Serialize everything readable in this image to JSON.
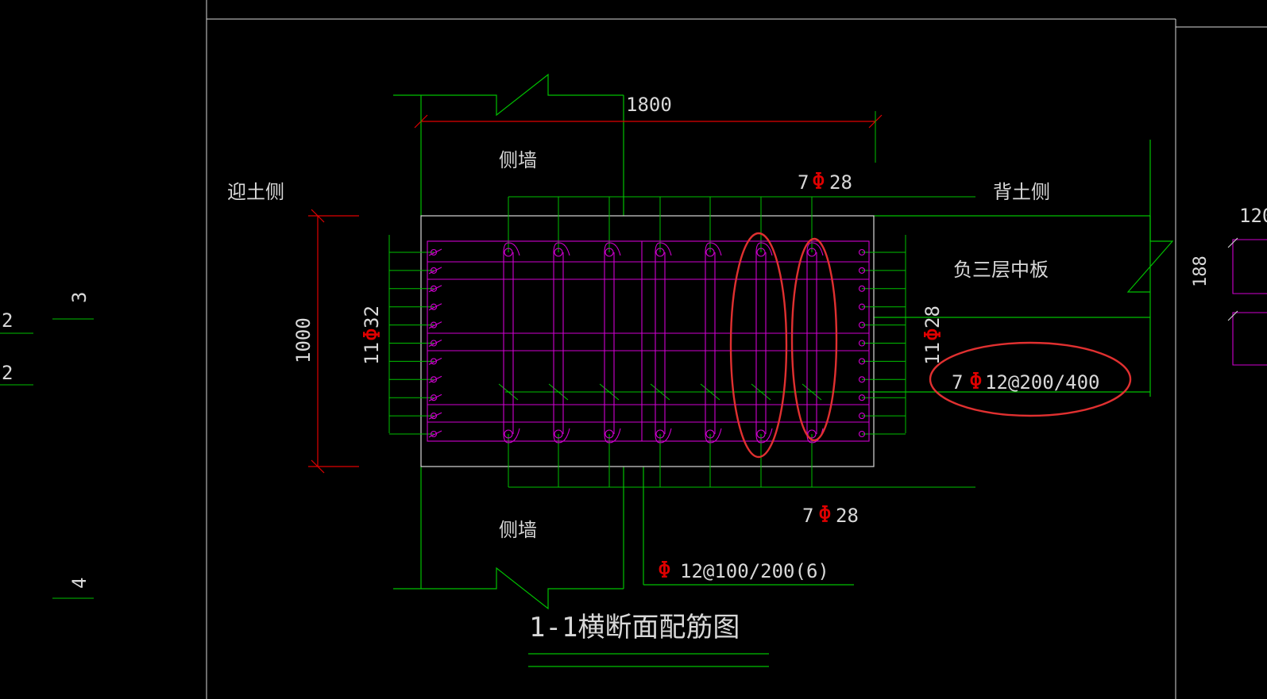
{
  "colors": {
    "background": "#000000",
    "line": "#00c000",
    "frame": "#d8d8d8",
    "rebar": "#d000d0",
    "symbol": "#e00000",
    "highlight": "#e03030"
  },
  "drawing": {
    "title": "1-1横断面配筋图",
    "labels": {
      "dim_width": "1800",
      "dim_height": "1000",
      "side_wall_top": "侧墙",
      "side_wall_bottom": "侧墙",
      "soil_front": "迎土侧",
      "soil_back": "背土侧",
      "slab": "负三层中板",
      "right_partial": "120",
      "right_vertical": "188"
    },
    "rebar_callouts": {
      "top": {
        "count": "7",
        "symbol": "Φ",
        "size": "28"
      },
      "bottom": {
        "count": "7",
        "symbol": "Φ",
        "size": "28"
      },
      "left": {
        "count": "11",
        "symbol": "Φ",
        "size": "32"
      },
      "right": {
        "count": "11",
        "symbol": "Φ",
        "size": "28"
      },
      "tie": {
        "count": "7",
        "symbol": "Φ",
        "spec": "12@200/400"
      },
      "stirrup": {
        "symbol": "Φ",
        "spec": "12@100/200(6)"
      }
    },
    "left_margin": {
      "mark_a": "2",
      "mark_b": "2",
      "mark_3": "3",
      "mark_4": "4"
    }
  }
}
